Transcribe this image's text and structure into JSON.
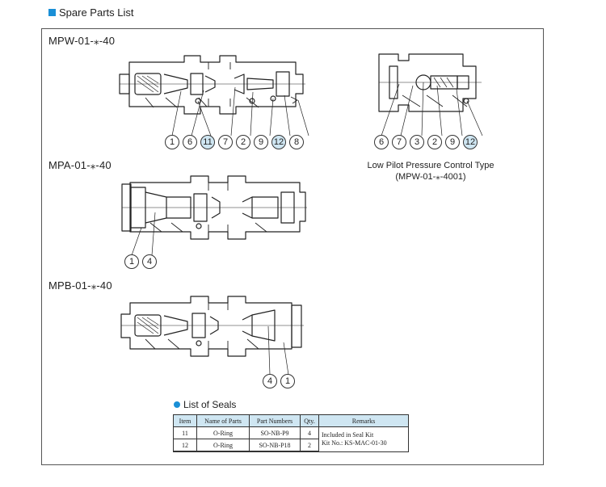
{
  "title": "Spare Parts List",
  "models": {
    "mpw": "MPW-01-⁎-40",
    "mpa": "MPA-01-⁎-40",
    "mpb": "MPB-01-⁎-40"
  },
  "callouts": {
    "mpw": [
      "1",
      "6",
      "11",
      "7",
      "2",
      "9",
      "12",
      "8"
    ],
    "low_pilot": [
      "6",
      "7",
      "3",
      "2",
      "9",
      "12"
    ],
    "mpa": [
      "1",
      "4"
    ],
    "mpb": [
      "4",
      "1"
    ]
  },
  "seal_parts": [
    "11",
    "12"
  ],
  "low_pilot_caption": {
    "line1": "Low Pilot Pressure Control Type",
    "line2": "(MPW-01-⁎-4001)"
  },
  "seals": {
    "heading": "List of Seals",
    "columns": [
      "Item",
      "Name of Parts",
      "Part Numbers",
      "Qty.",
      "Remarks"
    ],
    "rows": [
      {
        "item": "11",
        "name": "O-Ring",
        "part": "SO-NB-P9",
        "qty": "4"
      },
      {
        "item": "12",
        "name": "O-Ring",
        "part": "SO-NB-P18",
        "qty": "2"
      }
    ],
    "remarks_line1": "Included in Seal Kit",
    "remarks_line2": "Kit No.: KS-MAC-01-30"
  },
  "colors": {
    "accent": "#1a8fd6",
    "seal_highlight": "#cfe6f2"
  }
}
